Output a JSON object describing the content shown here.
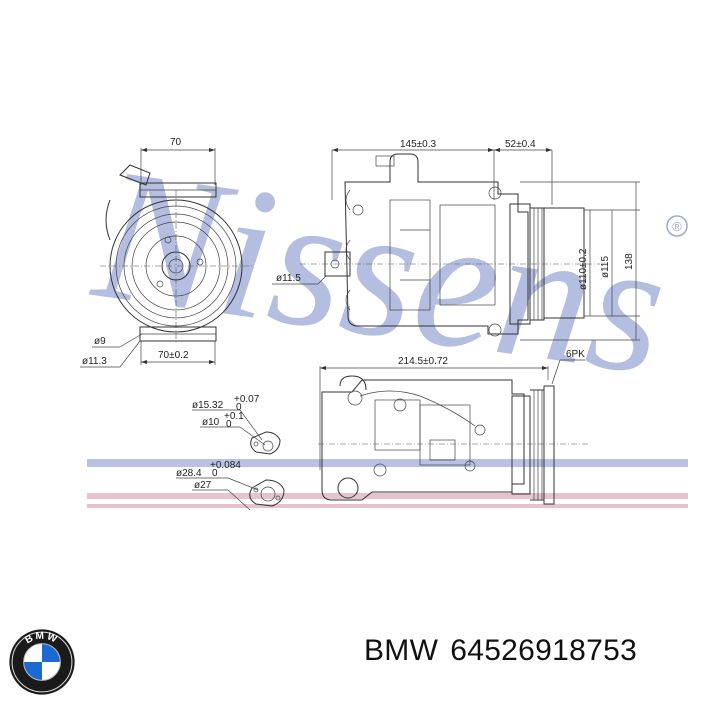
{
  "watermark": {
    "brand": "Nissens",
    "mark": "®"
  },
  "colors": {
    "watermark_blue": "#9aa8d6",
    "watermark_pink": "#e6c3cd",
    "line": "#333333"
  },
  "dimensions": {
    "d70_top": "70",
    "d70_bottom": "70±0.2",
    "d9": "ø9",
    "d11_3": "ø11.3",
    "d11_5": "ø11.5",
    "d145": "145±0.3",
    "d52": "52±0.4",
    "d110": "ø110±0.2",
    "d115": "ø115",
    "d138": "138",
    "d214_5": "214.5±0.72",
    "pk": "6PK",
    "d15_32": "ø15.32",
    "d15_32_tol_upper": "+0.07",
    "d15_32_tol_lower": "0",
    "d10": "ø10",
    "d10_tol_upper": "+0.1",
    "d10_tol_lower": "0",
    "d28_4": "ø28.4",
    "d28_4_tol_upper": "+0.084",
    "d28_4_tol_lower": "0",
    "d27": "ø27"
  },
  "caption": {
    "brand": "BMW",
    "part_number": "64526918753"
  },
  "logo": {
    "name": "bmw-logo",
    "letters": "BMW"
  }
}
